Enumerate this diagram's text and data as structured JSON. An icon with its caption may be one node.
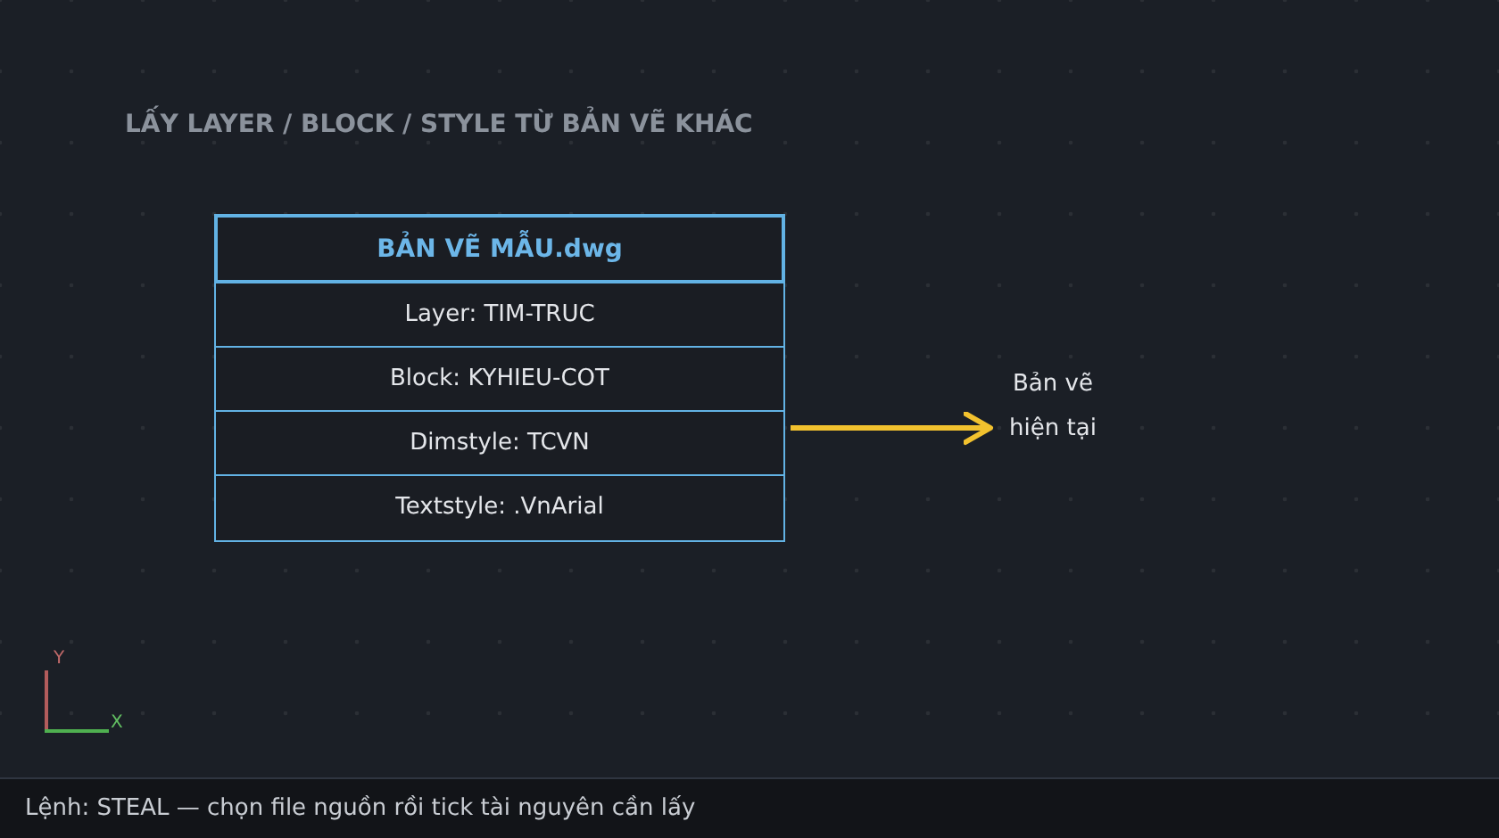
{
  "diagram": {
    "title": "LẤY LAYER / BLOCK / STYLE TỪ BẢN VẼ KHÁC",
    "nodes": [
      {
        "text": [],
        "shape": "box"
      },
      {
        "text": [
          "BẢN VẼ MẪU.dwg"
        ],
        "in": 0
      },
      {
        "text": [
          "Layer: TIM-TRUC"
        ],
        "in": 0
      },
      {
        "text": [
          "Block: KYHIEU-COT"
        ],
        "in": 0
      },
      {
        "text": [
          "Dimstyle: TCVN"
        ],
        "in": 0
      },
      {
        "text": [
          "Textstyle: .VnArial"
        ],
        "in": 0
      },
      {
        "text": [
          "Bản vẽ hiện tại"
        ]
      }
    ],
    "edges": [
      {
        "from": 0,
        "to": 6,
        "arrow": "to"
      }
    ],
    "labels": [
      "Y",
      "X",
      "Lệnh: STEAL — chọn file nguồn rồi tick tài nguyên cần lấy"
    ]
  }
}
